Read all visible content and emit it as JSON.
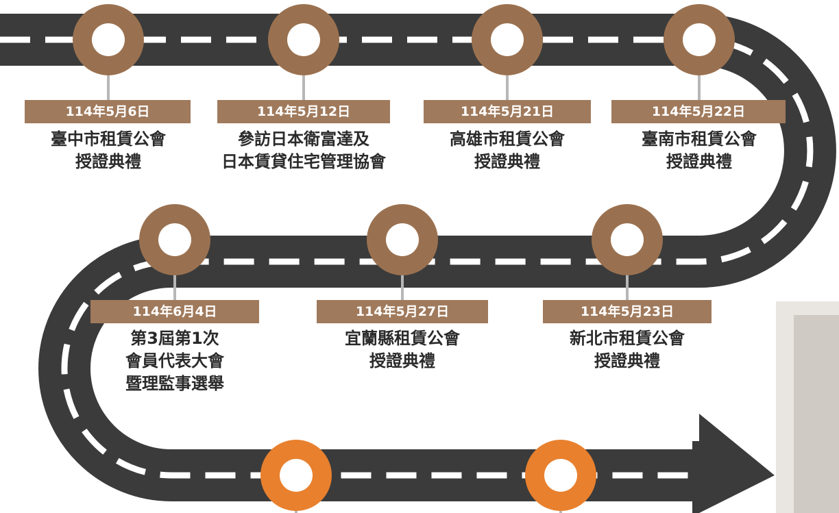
{
  "colors": {
    "road": "#3b3b3b",
    "road_dash": "#ffffff",
    "milestone_done": "#9a7150",
    "milestone_upcoming": "#e8802e",
    "connector": "#b7b7b7",
    "date_tag": "#a07a5c",
    "label_text": "#2a2a2a"
  },
  "milestones": [
    {
      "date": "114年5月6日",
      "lines": [
        "臺中市租賃公會",
        "授證典禮"
      ],
      "status": "done"
    },
    {
      "date": "114年5月12日",
      "lines": [
        "參訪日本衛富達及",
        "日本賃貸住宅管理協會"
      ],
      "status": "done"
    },
    {
      "date": "114年5月21日",
      "lines": [
        "高雄市租賃公會",
        "授證典禮"
      ],
      "status": "done"
    },
    {
      "date": "114年5月22日",
      "lines": [
        "臺南市租賃公會",
        "授證典禮"
      ],
      "status": "done"
    },
    {
      "date": "114年5月23日",
      "lines": [
        "新北市租賃公會",
        "授證典禮"
      ],
      "status": "done"
    },
    {
      "date": "114年5月27日",
      "lines": [
        "宜蘭縣租賃公會",
        "授證典禮"
      ],
      "status": "done"
    },
    {
      "date": "114年6月4日",
      "lines": [
        "第3屆第1次",
        "會員代表大會",
        "暨理監事選舉"
      ],
      "status": "done"
    },
    {
      "status": "upcoming"
    },
    {
      "status": "upcoming"
    }
  ],
  "photo": {
    "icon": "event-photo"
  }
}
